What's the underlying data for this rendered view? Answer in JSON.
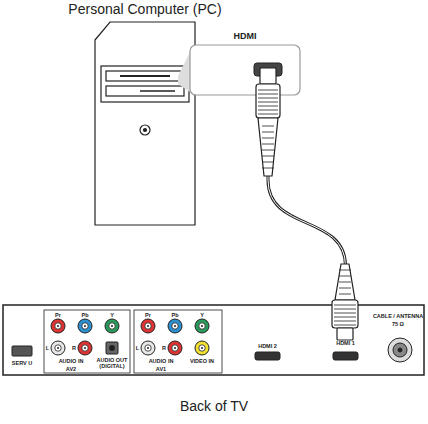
{
  "diagram": {
    "caption": "Back of TV",
    "nodes": [
      {
        "text": [
          "Personal Computer (PC)"
        ]
      },
      {
        "text": [
          "HDMI"
        ]
      },
      {
        "text": [
          "HDMI 1"
        ]
      }
    ],
    "edges": [
      {
        "from": 1,
        "to": 2,
        "arrow": "none"
      }
    ],
    "labels": [
      "Pr",
      "Pb",
      "Y",
      "L",
      "R",
      "AUDIO IN",
      "AUDIO OUT (DIGITAL)",
      "AV2",
      "Pr",
      "Pb",
      "Y",
      "L",
      "R",
      "AUDIO IN",
      "VIDEO IN",
      "AV1",
      "SERV U",
      "HDMI 2",
      "CABLE / ANTENNA",
      "75 Ω"
    ]
  }
}
